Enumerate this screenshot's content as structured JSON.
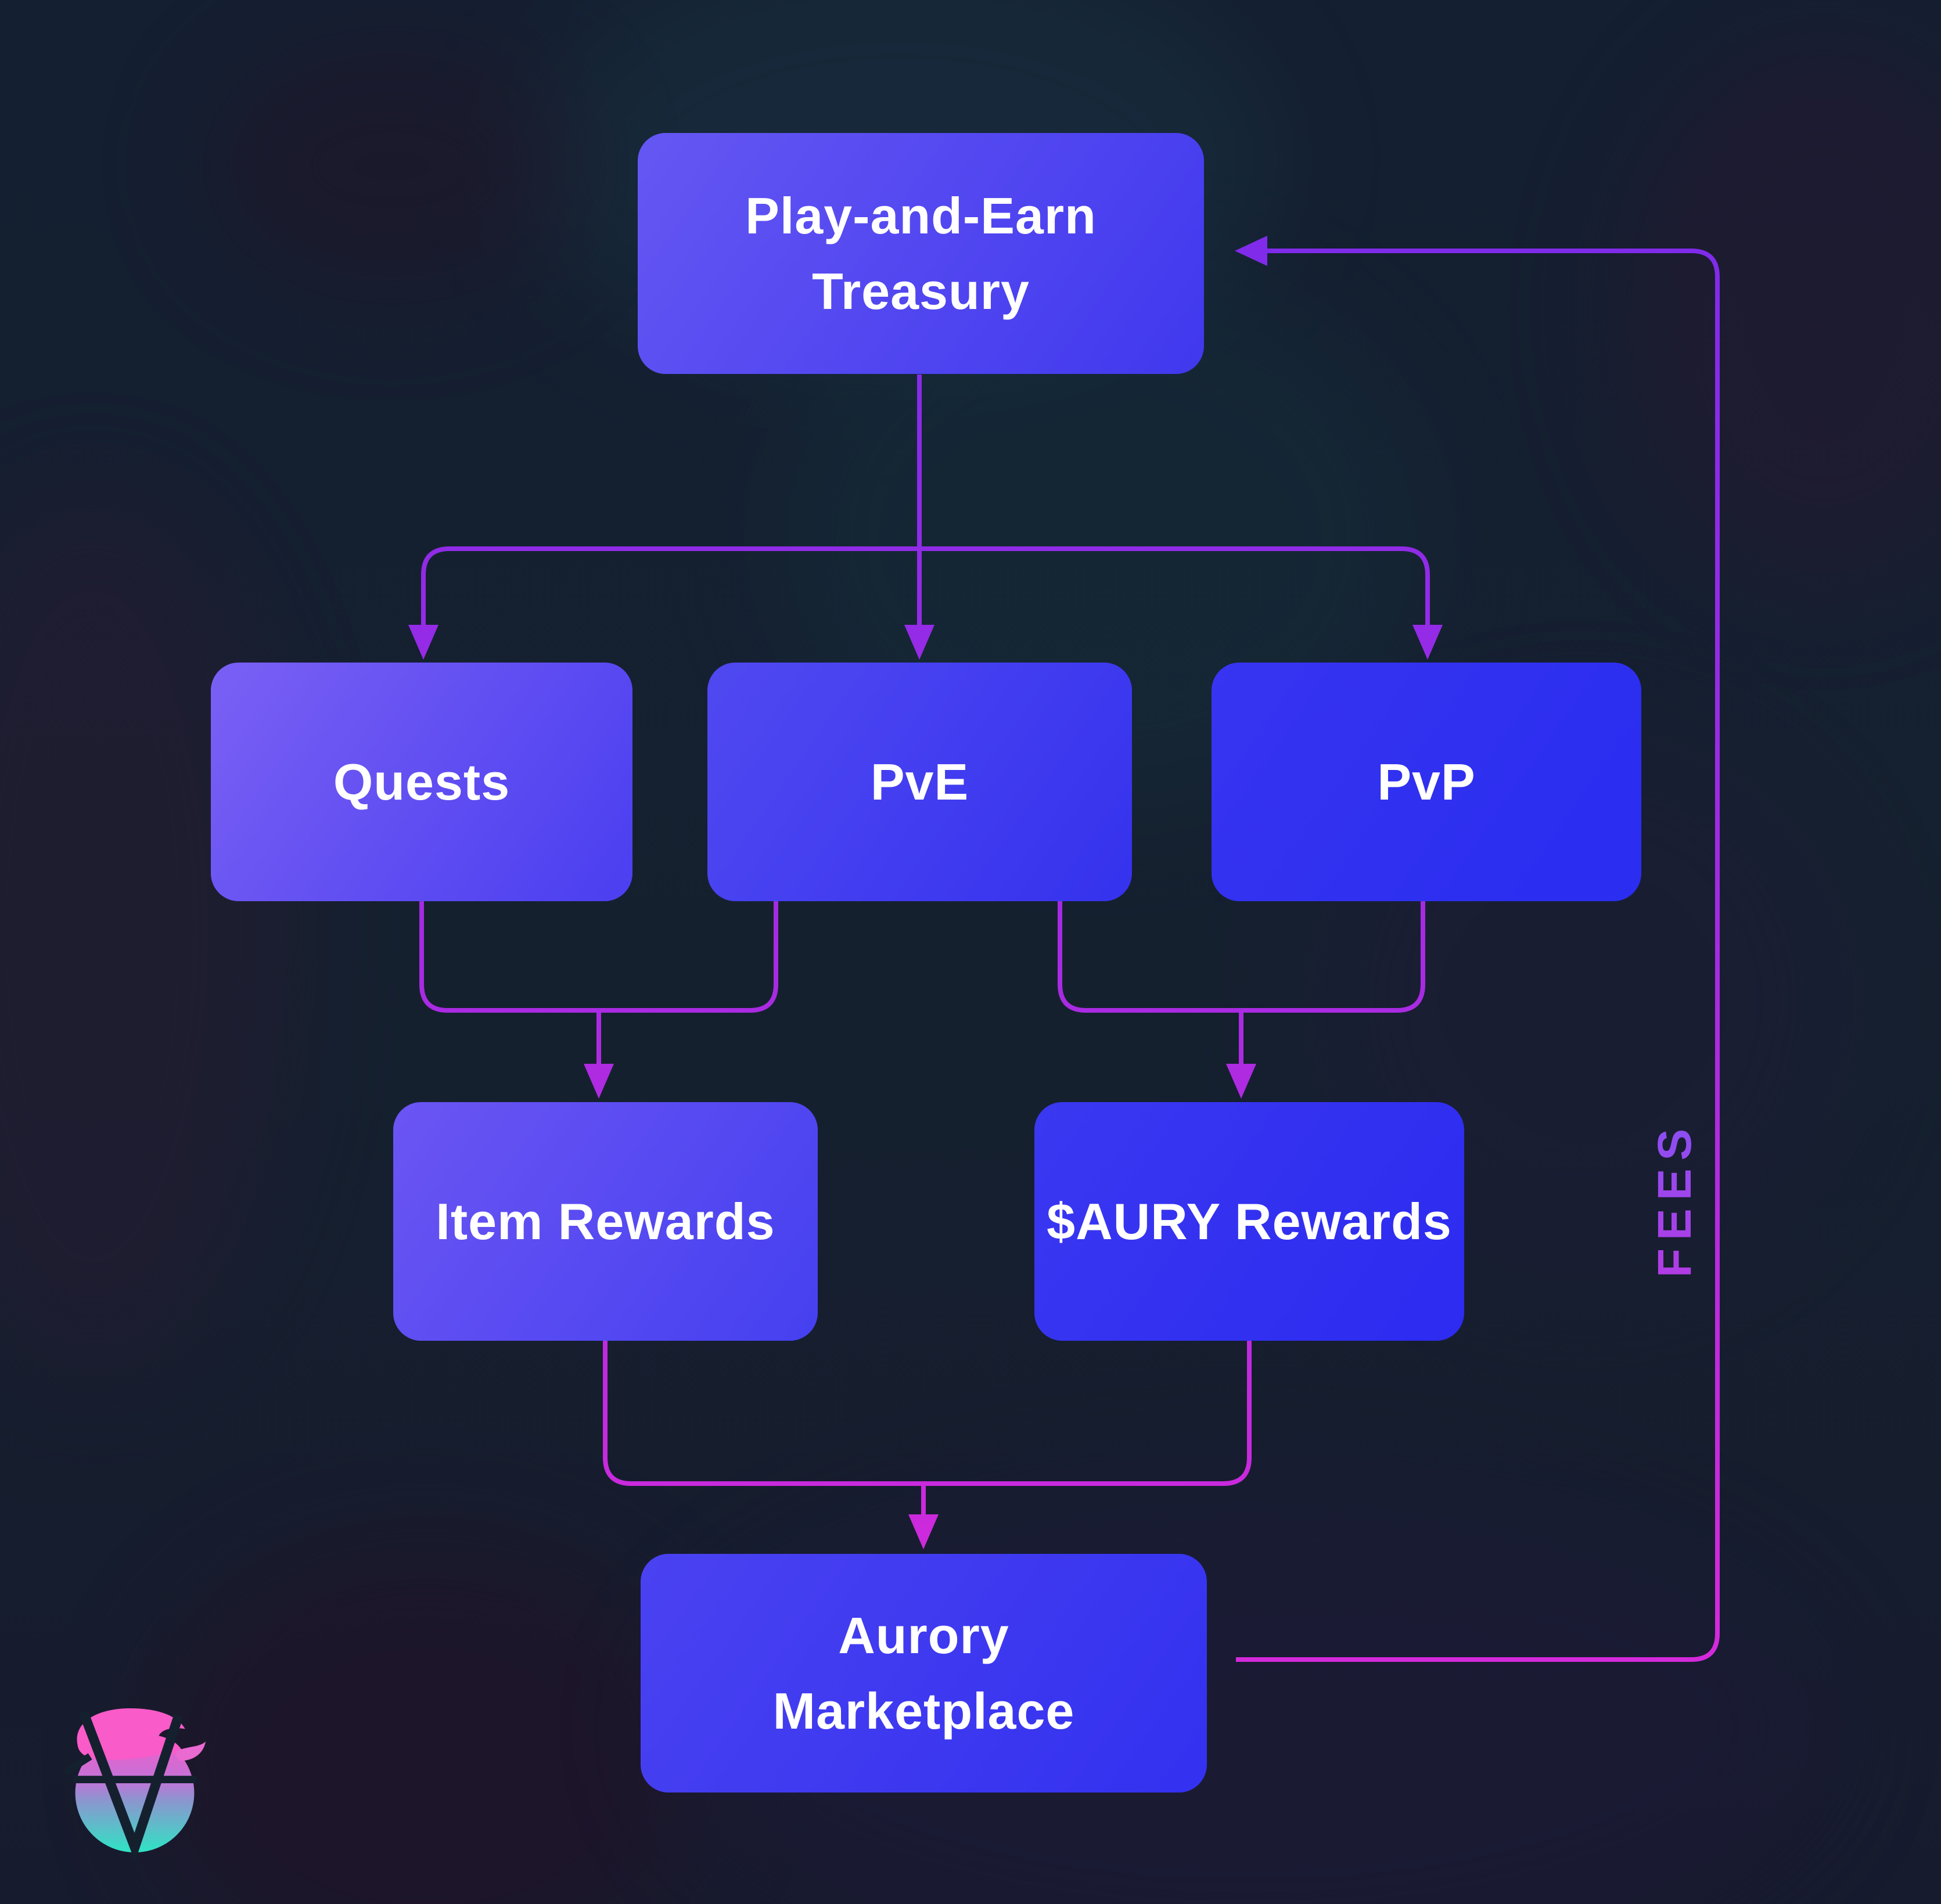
{
  "nodes": {
    "treasury": {
      "line1": "Play-and-Earn",
      "line2": "Treasury"
    },
    "quests": {
      "label": "Quests"
    },
    "pve": {
      "label": "PvE"
    },
    "pvp": {
      "label": "PvP"
    },
    "item_rewards": {
      "label": "Item Rewards"
    },
    "aury_rewards": {
      "label": "$AURY Rewards"
    },
    "marketplace": {
      "line1": "Aurory",
      "line2": "Marketplace"
    }
  },
  "labels": {
    "fees": "FEES"
  },
  "colors": {
    "background": "#15202f",
    "text": "#ffffff",
    "node_purple": "#7a60f4",
    "node_blue": "#2b2ef0",
    "connector_top": "#7f2bea",
    "connector_mid": "#a62be2",
    "connector_bottom": "#d62adb",
    "fees_text_violet": "#8a4ff2",
    "fees_text_magenta": "#b23be4",
    "logo_pink": "#f95bc8",
    "logo_teal": "#2ee4c4"
  },
  "icons": {
    "logo": "vaporwave-sun-v-logo"
  }
}
